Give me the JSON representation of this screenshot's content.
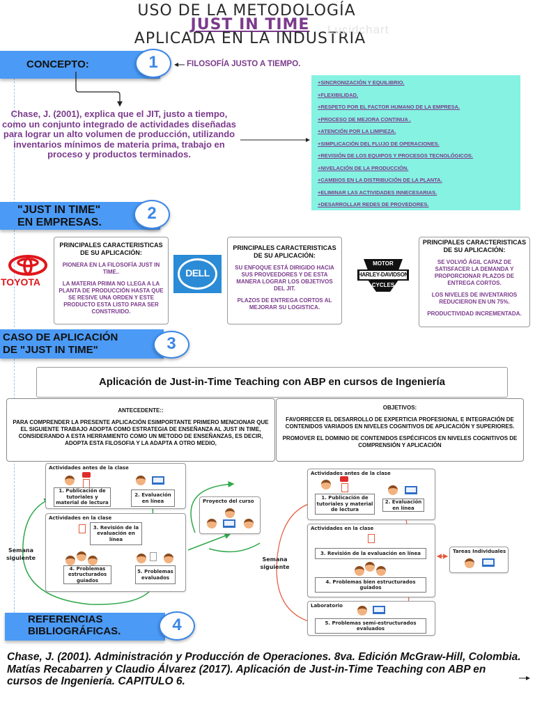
{
  "title": {
    "line1": "USO DE LA METODOLOGÍA",
    "line2": "JUST IN TIME",
    "line3": "APLICADA EN LA INDUSTRIA",
    "watermark": "Lucidchart"
  },
  "colors": {
    "section_bar": "#4b9af5",
    "accent_purple": "#7b3b8c",
    "cyan_box": "#86f2e2",
    "flow_green": "#2ea84a",
    "flow_red": "#e55a3c"
  },
  "section1": {
    "number": "1",
    "label": "CONCEPTO:",
    "subtitle": "FILOSOFÍA JUSTO A TIEMPO.",
    "definition": "Chase, J. (2001), explica que el JIT, justo a tiempo, como un conjunto integrado de actividades diseñadas para lograr un alto volumen de producción, utilizando inventarios mínimos de materia prima, trabajo en proceso y productos terminados.",
    "principles": [
      "+SINCRONIZACIÓN Y EQUILIBRIO.",
      "+FLEXIBILIDAD.",
      "+RESPETO POR EL FACTOR HUMANO DE LA EMPRESA.",
      "+PROCESO DE MEJORA CONTINUA .",
      "+ATENCIÓN POR LA LIMPIEZA.",
      "+SIMPLICACIÓN DEL FLUJO DE OPERACIONES.",
      "+REVISIÓN DE LOS EQUIPOS Y PROCESOS TECNOLÓGICOS.",
      "+NIVELACIÓN DE LA PRODUCCIÓN.",
      "+CAMBIOS EN LA DISTRIBUCIÓN DE LA PLANTA.",
      "+ELIMINAR LAS ACTIVIDADES INNECESARIAS.",
      "+DESARROLLAR REDES DE PROVEDORES."
    ]
  },
  "section2": {
    "number": "2",
    "label_line1": "\"JUST IN TIME\"",
    "label_line2": "EN EMPRESAS.",
    "companies": [
      {
        "logo_text": "TOYOTA",
        "heading": "PRINCIPALES CARACTERISTICAS DE SU APLICACIÓN:",
        "points": [
          "PIONERA EN LA FILOSOFÍA JUST IN TIME..",
          "LA MATERIA PRIMA NO LLEGA A LA PLANTA DE PRODUCCIÓN HASTA QUE SE RESIVE UNA ORDEN Y ESTE PRODUCTO ESTA LISTO PARA SER CONSTRUIDO."
        ]
      },
      {
        "logo_text": "DELL",
        "heading": "PRINCIPALES CARACTERISTICAS DE SU APLICACIÓN:",
        "points": [
          "SU ENFOQUE ESTÁ DIRIGIDO HACIA SUS PROVEEDORES Y DE ESTA MANERA LOGRAR LOS OBJETIVOS DEL JIT.",
          "PLAZOS DE ENTREGA CORTOS AL MEJORAR SU LOGISTICA."
        ]
      },
      {
        "logo_text_top": "MOTOR",
        "logo_text": "HARLEY-DAVIDSON",
        "logo_text_bottom": "CYCLES",
        "heading": "PRINCIPALES CARACTERISTICAS DE SU APLICACIÓN:",
        "points": [
          "SE VOLVIÓ ÁGIL CAPAZ DE SATISFACER LA DEMANDA Y PROPORCIONAR PLAZOS DE ENTREGA CORTOS.",
          "LOS NIVELES DE INVENTARIOS REDUCIERON EN UN 75%.",
          "PRODUCTIVIDAD INCREMENTADA."
        ]
      }
    ]
  },
  "section3": {
    "number": "3",
    "label_line1": "CASO DE APLICACIÓN",
    "label_line2": "DE  \"JUST IN TIME\"",
    "case_title": "Aplicación de Just-in-Time Teaching con ABP en cursos de Ingeniería",
    "antecedente_heading": "ANTECEDENTE::",
    "antecedente_text": "PARA COMPRENDER  LA PRESENTE APLICACIÓN ESIMPORTANTE PRIMERO MENCIONAR QUE EL SIGUIENTE TRABAJO  ADOPTA COMO ESTRATEGIA DE ENSEÑANZA AL JUST IN TIME, CONSIDERANDO A ESTA HERRAMIENTO COMO UN METODO DE ENSEÑANZAS, ES DECIR, ADOPTA ESTA FILOSOFIA Y LA ADAPTA A OTRO MEDIO,",
    "objetivos_heading": "OBJETIVOS:",
    "objetivos_text1": "FAVORRECER EL DESARROLLO DE EXPERTICIA  PROFESIONAL E INTEGRACIÓN  DE CONTENIDOS VARIADOS EN NIVELES COGNITIVOS DE APLICACIÓN Y SUPERIORES.",
    "objetivos_text2": "PROMOVER EL DOMINIO DE CONTENIDOS ESPÉCIFICOS EN NIVELES COGNITIVOS DE COMPRENSIÓN Y APLICACIÓN",
    "diagram_left": {
      "group_before": "Actividades antes de la clase",
      "group_in": "Actividades en la clase",
      "project": "Proyecto del curso",
      "next_week": "Semana siguiente",
      "steps": [
        "1. Publicación de tutoriales y material de lectura",
        "2. Evaluación en línea",
        "3. Revisión de la evaluación en línea",
        "4. Problemas estructurados guiados",
        "5. Problemas evaluados"
      ]
    },
    "diagram_right": {
      "group_before": "Actividades antes de la clase",
      "group_in": "Actividades en la clase",
      "group_lab": "Laboratorio",
      "tasks": "Tareas Individuales",
      "next_week": "Semana siguiente",
      "steps": [
        "1. Publicación de tutoriales y material de lectura",
        "2. Evaluación en línea",
        "3. Revisión de la evaluación en línea",
        "4. Problemas bien estructurados guiados",
        "5. Problemas semi-estructurados evaluados"
      ]
    }
  },
  "section4": {
    "number": "4",
    "label_line1": "REFERENCIAS",
    "label_line2": "BIBLIOGRÁFICAS.",
    "references": [
      "Chase, J. (2001). Administración y Producción de Operaciones. 8va. Edición McGraw-Hill, Colombia.",
      "Matías Recabarren y Claudio Álvarez (2017). Aplicación de Just-in-Time Teaching con ABP en cursos de Ingeniería. CAPITULO 6."
    ]
  }
}
